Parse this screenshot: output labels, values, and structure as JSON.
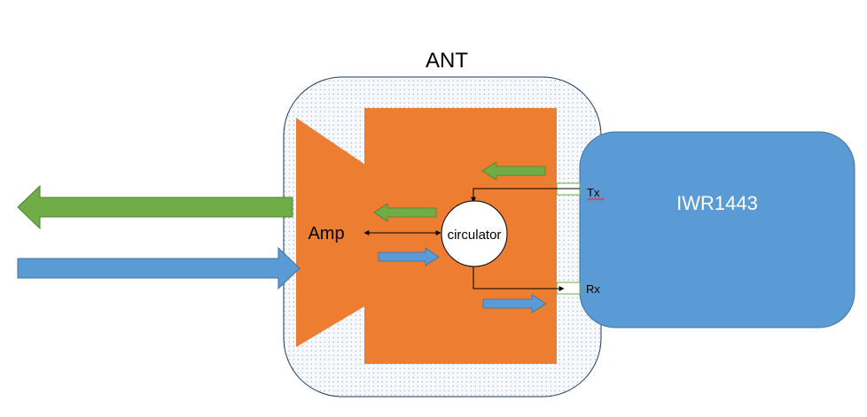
{
  "diagram": {
    "title": "ANT",
    "amp_label": "Amp",
    "circulator_label": "circulator",
    "chip_label": "IWR1443",
    "tx_label": "Tx",
    "rx_label": "Rx"
  },
  "colors": {
    "background": "#ffffff",
    "ant_fill": "#dfe7f1",
    "ant_border": "#1f3a5f",
    "orange": "#ed7d31",
    "blue": "#5b9bd5",
    "blue_dark": "#41719c",
    "green": "#70ad47",
    "green_dark": "#507e32",
    "line": "#000000"
  },
  "icons": {
    "tx_out": "arrow-left-green",
    "rx_in": "arrow-right-blue",
    "bidirectional": "double-arrow"
  }
}
